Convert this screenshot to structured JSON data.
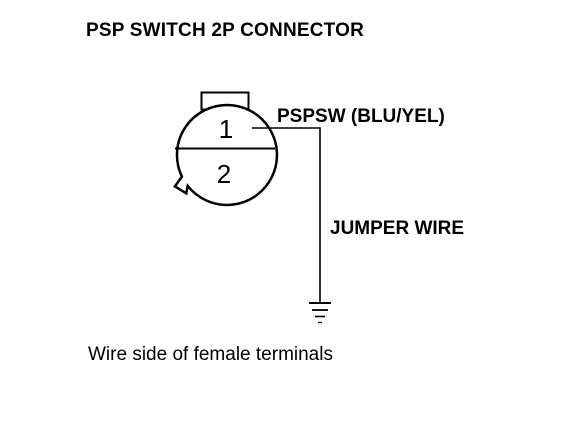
{
  "title": "PSP SWITCH 2P CONNECTOR",
  "connector": {
    "pin1": "1",
    "pin2": "2"
  },
  "wire_label": "PSPSW (BLU/YEL)",
  "jumper_label": "JUMPER WIRE",
  "caption": "Wire side of female terminals"
}
